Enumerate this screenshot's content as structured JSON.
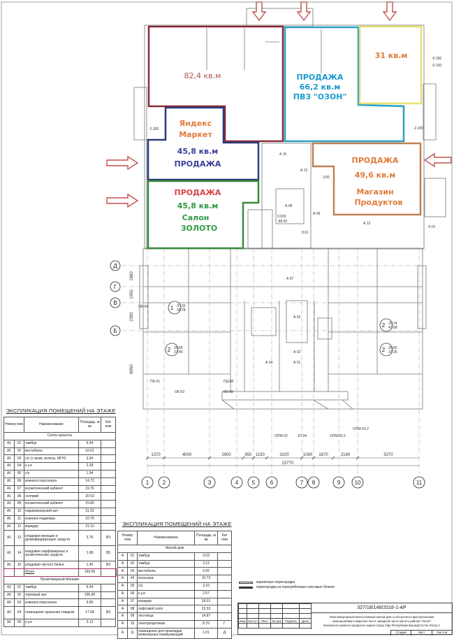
{
  "plan": {
    "units": [
      {
        "id": "u1",
        "lines": [
          "82,4 кв.м"
        ],
        "text_color": "#b0574e",
        "outline_color": "#8b2a3a"
      },
      {
        "id": "u2",
        "lines": [
          "ПРОДАЖА",
          "66,2 кв.м",
          "ПВЗ \"ОЗОН\""
        ],
        "text_color": "#1b9bd0",
        "outline_color": "#2aa0c8"
      },
      {
        "id": "u3",
        "lines": [
          "31 кв.м"
        ],
        "text_color": "#e07b39",
        "outline_color": "#e8e070"
      },
      {
        "id": "u4",
        "lines": [
          "Яндекс",
          "Маркет",
          "45,8 кв.м",
          "ПРОДАЖА"
        ],
        "text_color": "#e07b39",
        "text_color_2": "#3b3f9a",
        "outline_color": "#2b3a7a"
      },
      {
        "id": "u5",
        "lines": [
          "ПРОДАЖА",
          "45,8 кв.м",
          "Салон",
          "ЗОЛОТО"
        ],
        "text_color": "#d9434a",
        "text_color_2": "#2e9a45",
        "outline_color": "#3a8a3a"
      },
      {
        "id": "u6",
        "lines": [
          "ПРОДАЖА",
          "49,6 кв.м",
          "Магазин",
          "Продуктов"
        ],
        "text_color": "#e07b39",
        "outline_color": "#c08050"
      }
    ],
    "arrow_color": "#c0504d",
    "marks": [
      "-0.160",
      "-0.160",
      "-2.200",
      "-2.200",
      "-0.01",
      "0.000",
      "-98.30",
      "-97.94",
      "ОПМ-02",
      "ОПМ-03.1",
      "ОПМ-03.2",
      "А 10",
      "А 12",
      "А 08",
      "А 09",
      "А 13",
      "А 07",
      "А 03",
      "А 04",
      "А 02",
      "А 01",
      "ПБ-01",
      "ПД-08",
      "ОК-03",
      "ОК-04",
      "ВБ-08",
      "8.61",
      "3.66"
    ],
    "apartments": [
      {
        "n": "1",
        "a": "37.33",
        "b": "38.78"
      },
      {
        "n": "2",
        "a": "26.65",
        "b": "37.40"
      },
      {
        "n": "2",
        "a": "33.74",
        "b": "47.68"
      },
      {
        "n": "2",
        "a": "26.65",
        "b": "37.35"
      }
    ],
    "grid_axes": [
      "1",
      "2",
      "3",
      "4",
      "5",
      "6",
      "7",
      "8",
      "9",
      "10",
      "11"
    ],
    "grid_rows": [
      "Д",
      "Г",
      "В",
      "Б"
    ],
    "dimensions": [
      "1370",
      "4000",
      "2900",
      "950",
      "1150",
      "3100",
      "1080",
      "1670",
      "2180",
      "5370"
    ],
    "total_dimension": "23770",
    "row_dimensions": [
      "1860",
      "1950",
      "2390",
      "6950"
    ]
  },
  "table1": {
    "title": "ЭКСПЛИКАЦИЯ ПОМЕЩЕНИЙ НА ЭТАЖЕ",
    "headers": [
      "Номер пом",
      "Наименование",
      "Площадь, м кв",
      "Кат пом"
    ],
    "section1": "Салон красоты",
    "rows1": [
      [
        "А1",
        "01",
        "тамбур",
        "6.94",
        ""
      ],
      [
        "А1",
        "02",
        "вестибюль",
        "10.01",
        ""
      ],
      [
        "А1",
        "03",
        "с/у (с возм. исполь. МГН)",
        "3.04",
        ""
      ],
      [
        "А1",
        "04",
        "к.у.и",
        "2.28",
        ""
      ],
      [
        "А1",
        "05",
        "с/у",
        "1.94",
        ""
      ],
      [
        "А1",
        "06",
        "комната персонала",
        "14.73",
        ""
      ],
      [
        "А1",
        "07",
        "косметический кабинет",
        "19.76",
        ""
      ],
      [
        "А1",
        "08",
        "солярий",
        "20.53",
        ""
      ],
      [
        "А1",
        "09",
        "косметический кабинет",
        "15.80",
        ""
      ],
      [
        "А1",
        "10",
        "парикмахерский зал",
        "31.92",
        ""
      ],
      [
        "А1",
        "11",
        "комната педикюра",
        "10.76",
        ""
      ],
      [
        "А1",
        "12",
        "коридор",
        "21.10",
        ""
      ],
      [
        "А1",
        "13",
        "кладовая моющих и дезинфицирующих средств",
        "3.76",
        "В3"
      ],
      [
        "А1",
        "14",
        "кладовая парфюмерных и косметических средств",
        "1.98",
        "В3"
      ],
      [
        "А1",
        "15",
        "кладовая чистого белья",
        "1.45",
        "В3"
      ]
    ],
    "total_label": "Итого",
    "total_value": "169.00",
    "total_highlight": "#a0306a",
    "section2": "Промтоварный Магазин",
    "rows2": [
      [
        "А2",
        "01",
        "тамбур",
        "6.94",
        ""
      ],
      [
        "А2",
        "02",
        "торговый зал",
        "105.00",
        ""
      ],
      [
        "А2",
        "03",
        "комната персонала",
        "9.85",
        ""
      ],
      [
        "А2",
        "04",
        "помещение хранения товаров",
        "17.68",
        "В3"
      ],
      [
        "А2",
        "05",
        "к.у.и",
        "3.12",
        ""
      ]
    ]
  },
  "table2": {
    "title": "ЭКСПЛИКАЦИЯ ПОМЕЩЕНИЙ НА ЭТАЖЕ",
    "headers": [
      "Номер пом",
      "Наименование",
      "Площадь, м кв",
      "Кат пом"
    ],
    "section": "Жилой дом",
    "rows": [
      [
        "А",
        "01",
        "тамбур",
        "3.03",
        ""
      ],
      [
        "А",
        "02",
        "тамбур",
        "3.12",
        ""
      ],
      [
        "А",
        "03",
        "вестибюль",
        "9.92",
        ""
      ],
      [
        "А",
        "04",
        "консьерж",
        "10.73",
        ""
      ],
      [
        "А",
        "05",
        "с/у",
        "3.10",
        ""
      ],
      [
        "А",
        "06",
        "к.у.и",
        "2.57",
        ""
      ],
      [
        "А",
        "07",
        "коридор",
        "18.01",
        ""
      ],
      [
        "А",
        "08",
        "лифтовой холл",
        "23.33",
        ""
      ],
      [
        "А",
        "09",
        "лестница",
        "14.87",
        ""
      ],
      [
        "А",
        "10",
        "электрощитовая",
        "8.70",
        "Г"
      ],
      [
        "А",
        "11",
        "помещение для прокладки инженерных коммуникаций",
        "1.01",
        "Д"
      ]
    ]
  },
  "legend": [
    "кирпичные перегородки",
    "перегородки из пазогребневых гипсовых блоков"
  ],
  "title_block": {
    "code": "327/18/148/2018-1-АР",
    "description": [
      "Многоквартирный многоэтажный жилой дом со встроенно-пристроенными",
      "помещениями в квартале №4 в западной части жилого района \"Затон\"",
      "Ленинского района городского округа город Уфа Республики Башкортостан Литер 1"
    ],
    "columns": [
      "Изм.",
      "Кол.уч",
      "Лист",
      "№ док",
      "Подпись",
      "Дата"
    ],
    "right_columns": [
      "Стадия",
      "Лист",
      "Листов"
    ]
  }
}
